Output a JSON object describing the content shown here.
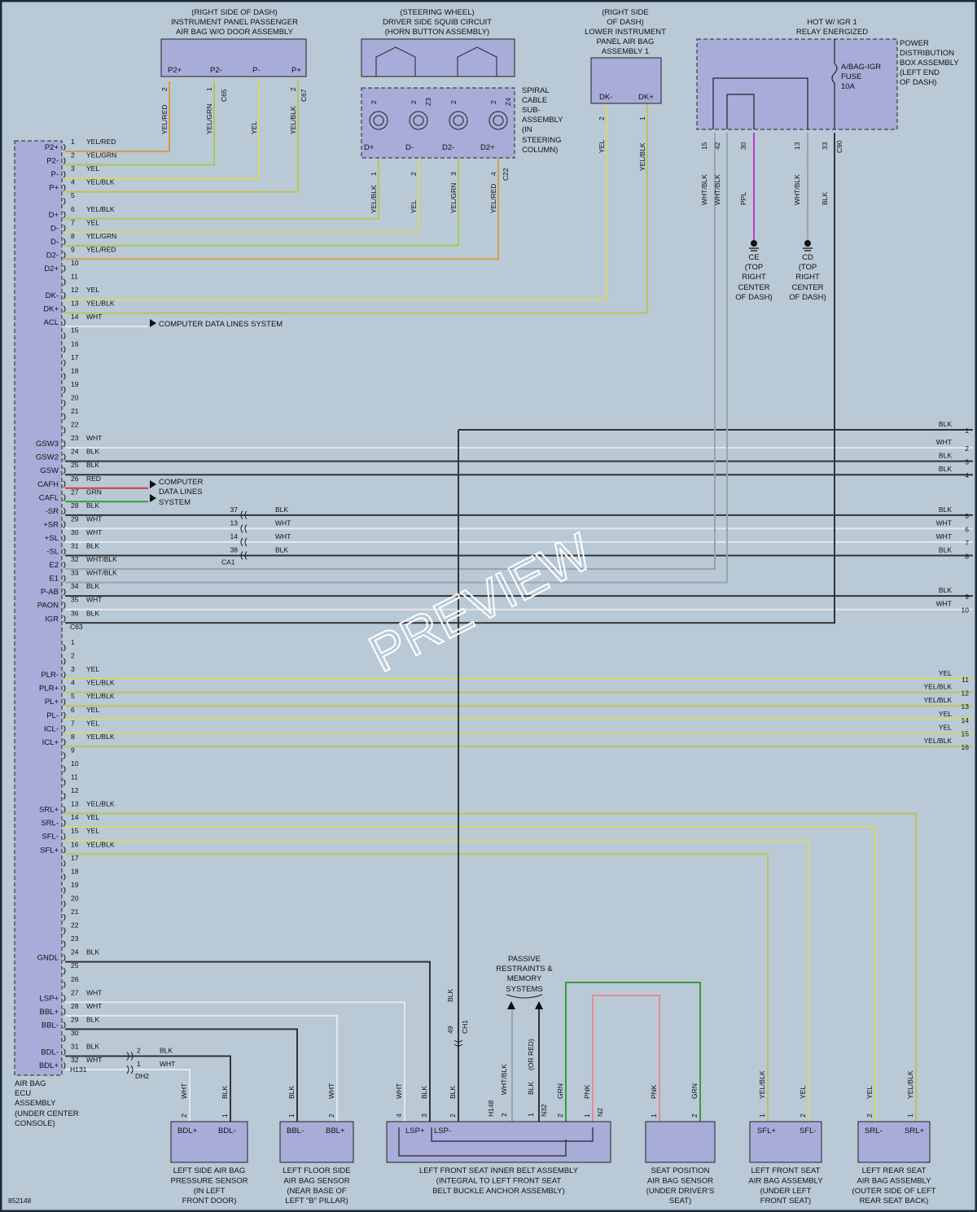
{
  "diagram_id": "852148",
  "watermark": "PREVIEW",
  "colors": {
    "YEL": "#d7d76a",
    "YEL/RED": "#d99a4a",
    "YEL/GRN": "#a7c94e",
    "YEL/BLK": "#bfc25a",
    "WHT": "#e4e8ec",
    "BLK": "#333333",
    "RED": "#d23a3a",
    "GRN": "#3a9a3a",
    "PPL": "#c23ad0",
    "PNK": "#e68a9a",
    "WHT/BLK": "#9aa4ac",
    "bg": "#b9c9d6",
    "comp": "#a8acd8"
  },
  "components": {
    "ecu": {
      "label_lines": [
        "AIR BAG",
        "ECU",
        "ASSEMBLY",
        "(UNDER CENTER",
        "CONSOLE)"
      ]
    },
    "passenger_airbag": {
      "title_lines": [
        "(RIGHT SIDE OF DASH)",
        "INSTRUMENT PANEL PASSENGER",
        "AIR BAG W/O DOOR ASSEMBLY"
      ],
      "pins": [
        "P2+",
        "P2-",
        "P-",
        "P+"
      ],
      "connector": "C65",
      "connector2": "C67"
    },
    "steering": {
      "title_lines": [
        "(STEERING WHEEL)",
        "DRIVER SIDE SQUIB CIRCUIT",
        "(HORN BUTTON ASSEMBLY)"
      ],
      "spiral_label_lines": [
        "SPIRAL",
        "CABLE",
        "SUB-",
        "ASSEMBLY",
        "(IN",
        "STEERING",
        "COLUMN)"
      ],
      "pins": [
        "D+",
        "D-",
        "D2-",
        "D2+"
      ],
      "connector_a": "Z3",
      "connector_b": "Z4",
      "connector_c": "C22"
    },
    "knee_airbag": {
      "title_lines": [
        "(RIGHT SIDE",
        "OF DASH)",
        "LOWER INSTRUMENT",
        "PANEL AIR BAG",
        "ASSEMBLY 1"
      ],
      "pins": [
        "DK-",
        "DK+"
      ]
    },
    "power_box": {
      "title_lines": [
        "HOT W/ IGR 1",
        "RELAY ENERGIZED"
      ],
      "label_lines": [
        "POWER",
        "DISTRIBUTION",
        "BOX ASSEMBLY",
        "(LEFT END",
        "OF DASH)"
      ],
      "fuse_lines": [
        "A/BAG-IGR",
        "FUSE",
        "10A"
      ],
      "connector": "C90"
    },
    "grounds": [
      {
        "code": "CE",
        "lines": [
          "(TOP",
          "RIGHT",
          "CENTER",
          "OF DASH)"
        ]
      },
      {
        "code": "CD",
        "lines": [
          "(TOP",
          "RIGHT",
          "CENTER",
          "OF DASH)"
        ]
      }
    ],
    "bottom": [
      {
        "key": "pressure",
        "pins": [
          "BDL+",
          "BDL-"
        ],
        "label_lines": [
          "LEFT SIDE AIR BAG",
          "PRESSURE SENSOR",
          "(IN LEFT",
          "FRONT DOOR)"
        ]
      },
      {
        "key": "floor",
        "pins": [
          "BBL-",
          "BBL+"
        ],
        "label_lines": [
          "LEFT FLOOR SIDE",
          "AIR BAG SENSOR",
          "(NEAR BASE OF",
          "LEFT \"B\" PILLAR)"
        ]
      },
      {
        "key": "belt",
        "pins": [
          "LSP+",
          "LSP-"
        ],
        "label_lines": [
          "LEFT FRONT SEAT INNER BELT ASSEMBLY",
          "(INTEGRAL TO LEFT FRONT SEAT",
          "BELT BUCKLE ANCHOR ASSEMBLY)"
        ]
      },
      {
        "key": "seatpos",
        "pins": [],
        "label_lines": [
          "SEAT POSITION",
          "AIR BAG SENSOR",
          "(UNDER DRIVER'S",
          "SEAT)"
        ]
      },
      {
        "key": "frontseat",
        "pins": [
          "SFL+",
          "SFL-"
        ],
        "label_lines": [
          "LEFT FRONT SEAT",
          "AIR BAG ASSEMBLY",
          "(UNDER LEFT",
          "FRONT SEAT)"
        ]
      },
      {
        "key": "rearseat",
        "pins": [
          "SRL-",
          "SRL+"
        ],
        "label_lines": [
          "LEFT REAR SEAT",
          "AIR BAG ASSEMBLY",
          "(OUTER SIDE OF LEFT",
          "REAR SEAT BACK)"
        ]
      }
    ]
  },
  "ecu_block1": [
    {
      "n": "1",
      "sig": "P2+",
      "wire": "YEL/RED"
    },
    {
      "n": "2",
      "sig": "P2-",
      "wire": "YEL/GRN"
    },
    {
      "n": "3",
      "sig": "P-",
      "wire": "YEL"
    },
    {
      "n": "4",
      "sig": "P+",
      "wire": "YEL/BLK"
    },
    {
      "n": "5",
      "sig": "",
      "wire": ""
    },
    {
      "n": "6",
      "sig": "D+",
      "wire": "YEL/BLK"
    },
    {
      "n": "7",
      "sig": "D-",
      "wire": "YEL"
    },
    {
      "n": "8",
      "sig": "D-",
      "wire": "YEL/GRN"
    },
    {
      "n": "9",
      "sig": "D2-",
      "wire": "YEL/RED"
    },
    {
      "n": "10",
      "sig": "D2+",
      "wire": ""
    },
    {
      "n": "11",
      "sig": "",
      "wire": ""
    },
    {
      "n": "12",
      "sig": "DK-",
      "wire": "YEL"
    },
    {
      "n": "13",
      "sig": "DK+",
      "wire": "YEL/BLK"
    },
    {
      "n": "14",
      "sig": "ACL",
      "wire": "WHT"
    },
    {
      "n": "15",
      "sig": "",
      "wire": ""
    },
    {
      "n": "16",
      "sig": "",
      "wire": ""
    },
    {
      "n": "17",
      "sig": "",
      "wire": ""
    },
    {
      "n": "18",
      "sig": "",
      "wire": ""
    },
    {
      "n": "19",
      "sig": "",
      "wire": ""
    },
    {
      "n": "20",
      "sig": "",
      "wire": ""
    },
    {
      "n": "21",
      "sig": "",
      "wire": ""
    },
    {
      "n": "22",
      "sig": "",
      "wire": ""
    },
    {
      "n": "23",
      "sig": "GSW3",
      "wire": "WHT"
    },
    {
      "n": "24",
      "sig": "GSW2",
      "wire": "BLK"
    },
    {
      "n": "25",
      "sig": "GSW",
      "wire": "BLK"
    },
    {
      "n": "26",
      "sig": "CAFH",
      "wire": "RED"
    },
    {
      "n": "27",
      "sig": "CAFL",
      "wire": "GRN"
    },
    {
      "n": "28",
      "sig": "-SR",
      "wire": "BLK"
    },
    {
      "n": "29",
      "sig": "+SR",
      "wire": "WHT"
    },
    {
      "n": "30",
      "sig": "+SL",
      "wire": "WHT"
    },
    {
      "n": "31",
      "sig": "-SL",
      "wire": "BLK"
    },
    {
      "n": "32",
      "sig": "E2",
      "wire": "WHT/BLK"
    },
    {
      "n": "33",
      "sig": "E1",
      "wire": "WHT/BLK"
    },
    {
      "n": "34",
      "sig": "P-AB",
      "wire": "BLK"
    },
    {
      "n": "35",
      "sig": "PAON",
      "wire": "WHT"
    },
    {
      "n": "36",
      "sig": "IGR",
      "wire": "BLK"
    }
  ],
  "ecu_block1_connector": "C63",
  "ecu_block2": [
    {
      "n": "1",
      "sig": "",
      "wire": ""
    },
    {
      "n": "2",
      "sig": "",
      "wire": ""
    },
    {
      "n": "3",
      "sig": "PLR-",
      "wire": "YEL"
    },
    {
      "n": "4",
      "sig": "PLR+",
      "wire": "YEL/BLK"
    },
    {
      "n": "5",
      "sig": "PL+",
      "wire": "YEL/BLK"
    },
    {
      "n": "6",
      "sig": "PL-",
      "wire": "YEL"
    },
    {
      "n": "7",
      "sig": "ICL-",
      "wire": "YEL"
    },
    {
      "n": "8",
      "sig": "ICL+",
      "wire": "YEL/BLK"
    },
    {
      "n": "9",
      "sig": "",
      "wire": ""
    },
    {
      "n": "10",
      "sig": "",
      "wire": ""
    },
    {
      "n": "11",
      "sig": "",
      "wire": ""
    },
    {
      "n": "12",
      "sig": "",
      "wire": ""
    },
    {
      "n": "13",
      "sig": "SRL+",
      "wire": "YEL/BLK"
    },
    {
      "n": "14",
      "sig": "SRL-",
      "wire": "YEL"
    },
    {
      "n": "15",
      "sig": "SFL-",
      "wire": "YEL"
    },
    {
      "n": "16",
      "sig": "SFL+",
      "wire": "YEL/BLK"
    },
    {
      "n": "17",
      "sig": "",
      "wire": ""
    },
    {
      "n": "18",
      "sig": "",
      "wire": ""
    },
    {
      "n": "19",
      "sig": "",
      "wire": ""
    },
    {
      "n": "20",
      "sig": "",
      "wire": ""
    },
    {
      "n": "21",
      "sig": "",
      "wire": ""
    },
    {
      "n": "22",
      "sig": "",
      "wire": ""
    },
    {
      "n": "23",
      "sig": "",
      "wire": ""
    },
    {
      "n": "24",
      "sig": "GNDL",
      "wire": "BLK"
    },
    {
      "n": "25",
      "sig": "",
      "wire": ""
    },
    {
      "n": "26",
      "sig": "",
      "wire": ""
    },
    {
      "n": "27",
      "sig": "LSP+",
      "wire": "WHT"
    },
    {
      "n": "28",
      "sig": "BBL+",
      "wire": "WHT"
    },
    {
      "n": "29",
      "sig": "BBL-",
      "wire": "BLK"
    },
    {
      "n": "30",
      "sig": "",
      "wire": ""
    },
    {
      "n": "31",
      "sig": "BDL-",
      "wire": "BLK"
    },
    {
      "n": "32",
      "sig": "BDL+",
      "wire": "WHT"
    }
  ],
  "ecu_block2_connector": "H131",
  "right_edge": [
    {
      "n": "1",
      "wire": "BLK"
    },
    {
      "n": "2",
      "wire": "WHT"
    },
    {
      "n": "3",
      "wire": "BLK"
    },
    {
      "n": "4",
      "wire": "BLK"
    },
    {
      "n": "5",
      "wire": "BLK"
    },
    {
      "n": "6",
      "wire": "WHT"
    },
    {
      "n": "7",
      "wire": "WHT"
    },
    {
      "n": "8",
      "wire": "BLK"
    },
    {
      "n": "9",
      "wire": "BLK"
    },
    {
      "n": "10",
      "wire": "WHT"
    },
    {
      "n": "11",
      "wire": "YEL"
    },
    {
      "n": "12",
      "wire": "YEL/BLK"
    },
    {
      "n": "13",
      "wire": "YEL/BLK"
    },
    {
      "n": "14",
      "wire": "YEL"
    },
    {
      "n": "15",
      "wire": "YEL"
    },
    {
      "n": "16",
      "wire": "YEL/BLK"
    }
  ],
  "ca1": {
    "connector": "CA1",
    "pins": [
      {
        "n": "37",
        "wire": "BLK"
      },
      {
        "n": "13",
        "wire": "WHT"
      },
      {
        "n": "14",
        "wire": "WHT"
      },
      {
        "n": "38",
        "wire": "BLK"
      }
    ]
  },
  "dh2": {
    "connector": "DH2",
    "pins": [
      {
        "n": "2",
        "wire": "BLK"
      },
      {
        "n": "1",
        "wire": "WHT"
      }
    ]
  },
  "cdl1": "COMPUTER DATA LINES SYSTEM",
  "cdl2_lines": [
    "COMPUTER",
    "DATA LINES",
    "SYSTEM"
  ],
  "passive_lines": [
    "PASSIVE",
    "RESTRAINTS &",
    "MEMORY",
    "SYSTEMS"
  ],
  "wire_tags": {
    "passenger": [
      {
        "n": "2",
        "w": "YEL/RED"
      },
      {
        "n": "1",
        "w": "YEL/GRN"
      },
      {
        "n": "",
        "w": "YEL"
      },
      {
        "n": "2",
        "w": "YEL/BLK"
      }
    ],
    "steering": [
      {
        "n": "1",
        "w": "YEL/BLK"
      },
      {
        "n": "2",
        "w": "YEL"
      },
      {
        "n": "3",
        "w": "YEL/GRN"
      },
      {
        "n": "4",
        "w": "YEL/RED"
      }
    ],
    "knee": [
      {
        "n": "2",
        "w": "YEL"
      },
      {
        "n": "1",
        "w": "YEL/BLK"
      }
    ],
    "power": [
      {
        "n": "15",
        "w": "WHT/BLK"
      },
      {
        "n": "42",
        "w": "WHT/BLK"
      },
      {
        "n": "30",
        "w": "PPL"
      },
      {
        "n": "13",
        "w": "WHT/BLK"
      },
      {
        "n": "33",
        "w": "BLK"
      }
    ],
    "ch1": {
      "connector": "CH1",
      "n": "49",
      "w": "BLK"
    },
    "h148": {
      "connector": "H148",
      "n": "2",
      "w": "WHT/BLK"
    },
    "n32": {
      "connector": "N32",
      "n": "1",
      "w": "BLK",
      "note": "(OR RED)"
    },
    "n2": {
      "connector": "N2"
    },
    "bottom_tags": [
      {
        "n": "2",
        "w": "WHT"
      },
      {
        "n": "1",
        "w": "BLK"
      },
      {
        "n": "1",
        "w": "BLK"
      },
      {
        "n": "2",
        "w": "WHT"
      },
      {
        "n": "4",
        "w": "WHT"
      },
      {
        "n": "3",
        "w": "BLK"
      },
      {
        "n": "2",
        "w": "BLK"
      },
      {
        "n": "2",
        "w": "GRN"
      },
      {
        "n": "1",
        "w": "PNK"
      },
      {
        "n": "1",
        "w": "PNK"
      },
      {
        "n": "2",
        "w": "GRN"
      },
      {
        "n": "1",
        "w": "YEL/BLK"
      },
      {
        "n": "2",
        "w": "YEL"
      },
      {
        "n": "2",
        "w": "YEL"
      },
      {
        "n": "1",
        "w": "YEL/BLK"
      }
    ]
  }
}
